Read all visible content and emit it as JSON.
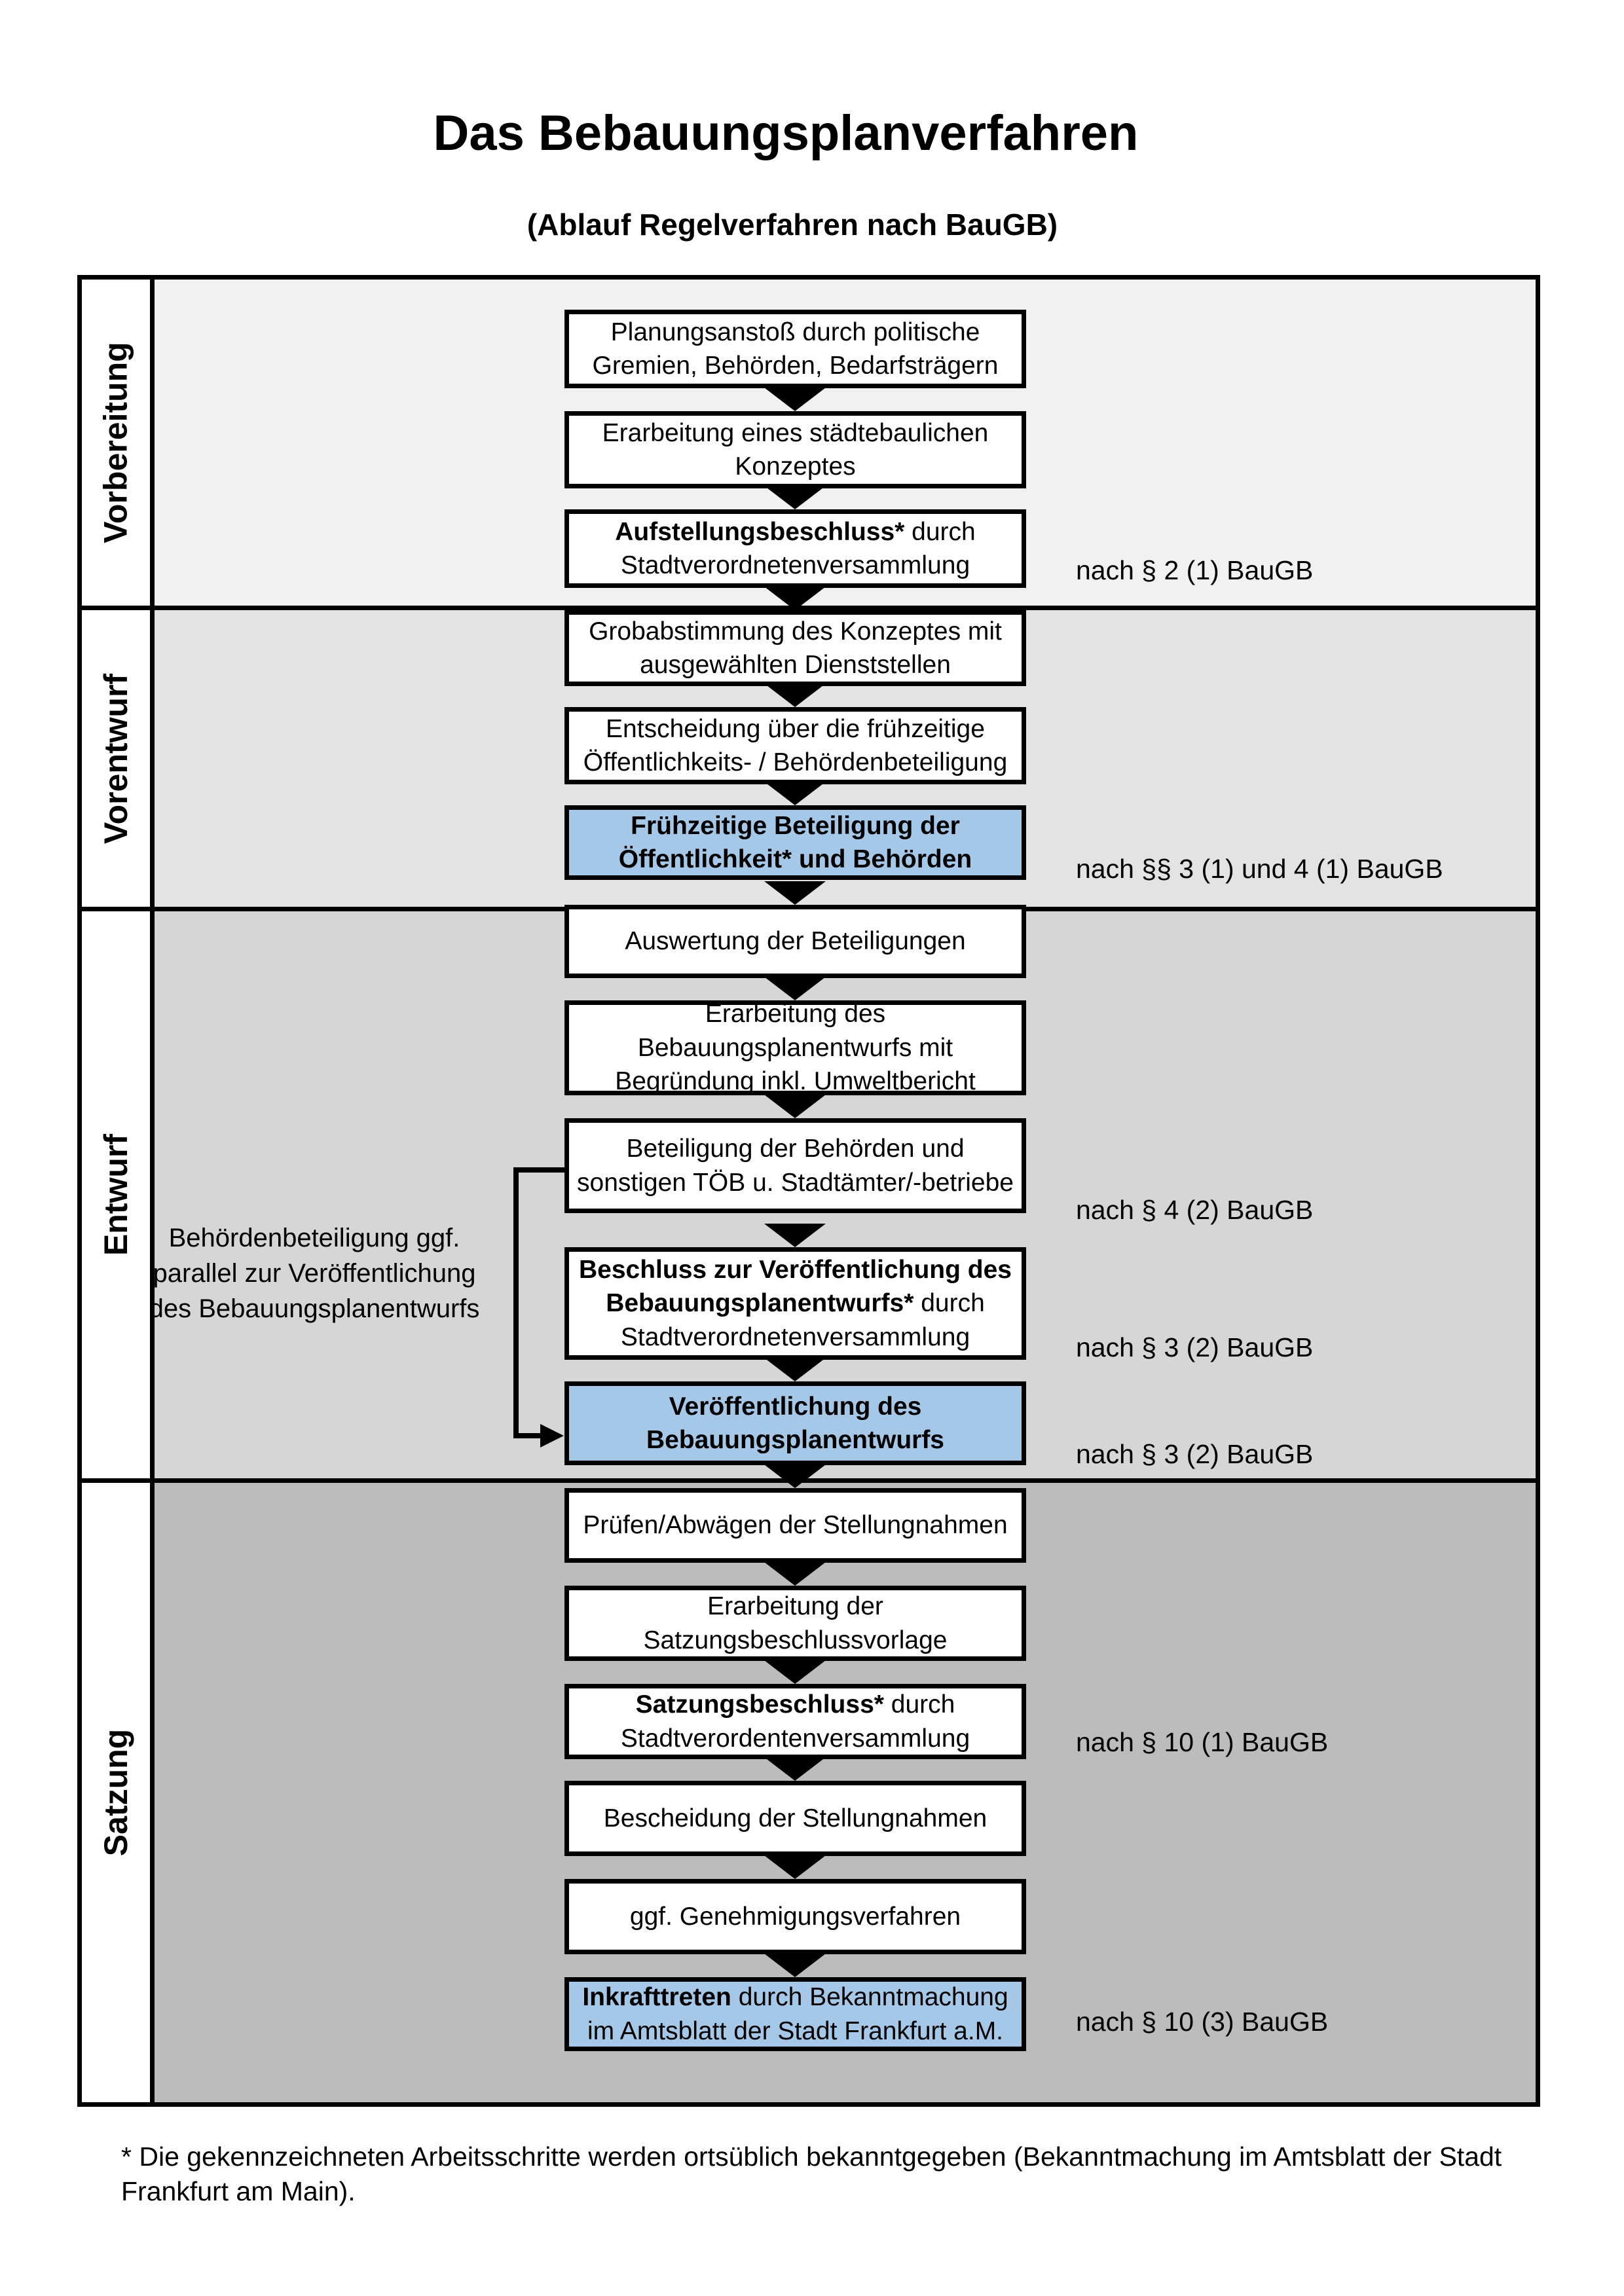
{
  "title": "Das Bebauungsplanverfahren",
  "subtitle": "(Ablauf Regelverfahren nach BauGB)",
  "colors": {
    "highlight_box": "#a6c8e8",
    "phase_bg_vorbereitung": "#f1f1f1",
    "phase_bg_vorentwurf": "#e3e3e3",
    "phase_bg_entwurf": "#d6d6d6",
    "phase_bg_satzung": "#bcbcbc"
  },
  "phases": [
    {
      "label": "Vorbereitung"
    },
    {
      "label": "Vorentwurf"
    },
    {
      "label": "Entwurf"
    },
    {
      "label": "Satzung"
    }
  ],
  "boxes": [
    {
      "text": "Planungsanstoß durch politische Gremien, Behörden, Bedarfsträgern"
    },
    {
      "text": "Erarbeitung eines städtebaulichen Konzeptes"
    },
    {
      "bold": "Aufstellungsbeschluss*",
      "text": " durch Stadtverordnetenversammlung"
    },
    {
      "text": "Grobabstimmung des Konzeptes mit ausgewählten Dienststellen"
    },
    {
      "text": "Entscheidung über die frühzeitige Öffentlichkeits- / Behördenbeteiligung"
    },
    {
      "bold": "Frühzeitige Beteiligung der Öffentlichkeit* und Behörden"
    },
    {
      "text": "Auswertung der Beteiligungen"
    },
    {
      "text": "Erarbeitung des Bebauungsplanentwurfs mit Begründung inkl. Umweltbericht"
    },
    {
      "text": "Beteiligung der Behörden und sonstigen TÖB u. Stadtämter/-betriebe"
    },
    {
      "bold": "Beschluss zur Veröffentlichung des Bebauungsplanentwurfs*",
      "text": " durch Stadtverordnetenversammlung"
    },
    {
      "bold": "Veröffentlichung des Bebauungsplanentwurfs"
    },
    {
      "text": "Prüfen/Abwägen der Stellungnahmen"
    },
    {
      "text": "Erarbeitung der Satzungsbeschlussvorlage"
    },
    {
      "bold": "Satzungsbeschluss*",
      "text": " durch Stadtverordentenversammlung"
    },
    {
      "text": "Bescheidung der Stellungnahmen"
    },
    {
      "text": "ggf. Genehmigungsverfahren"
    },
    {
      "bold": "Inkrafttreten",
      "text": " durch Bekanntmachung im Amtsblatt der Stadt Frankfurt a.M."
    }
  ],
  "law_refs": [
    {
      "text": "nach § 2 (1) BauGB"
    },
    {
      "text": "nach §§ 3 (1) und 4 (1) BauGB"
    },
    {
      "text": "nach § 4 (2) BauGB"
    },
    {
      "text": "nach § 3 (2) BauGB"
    },
    {
      "text": "nach § 3 (2) BauGB"
    },
    {
      "text": "nach § 10 (1) BauGB"
    },
    {
      "text": "nach § 10 (3) BauGB"
    }
  ],
  "side_note": "Behördenbeteiligung ggf. parallel zur Veröffentlichung des Bebauungsplanentwurfs",
  "footnote": "* Die gekennzeichneten Arbeitsschritte werden ortsüblich bekanntgegeben (Bekanntmachung im Amtsblatt  der Stadt Frankfurt am Main)."
}
